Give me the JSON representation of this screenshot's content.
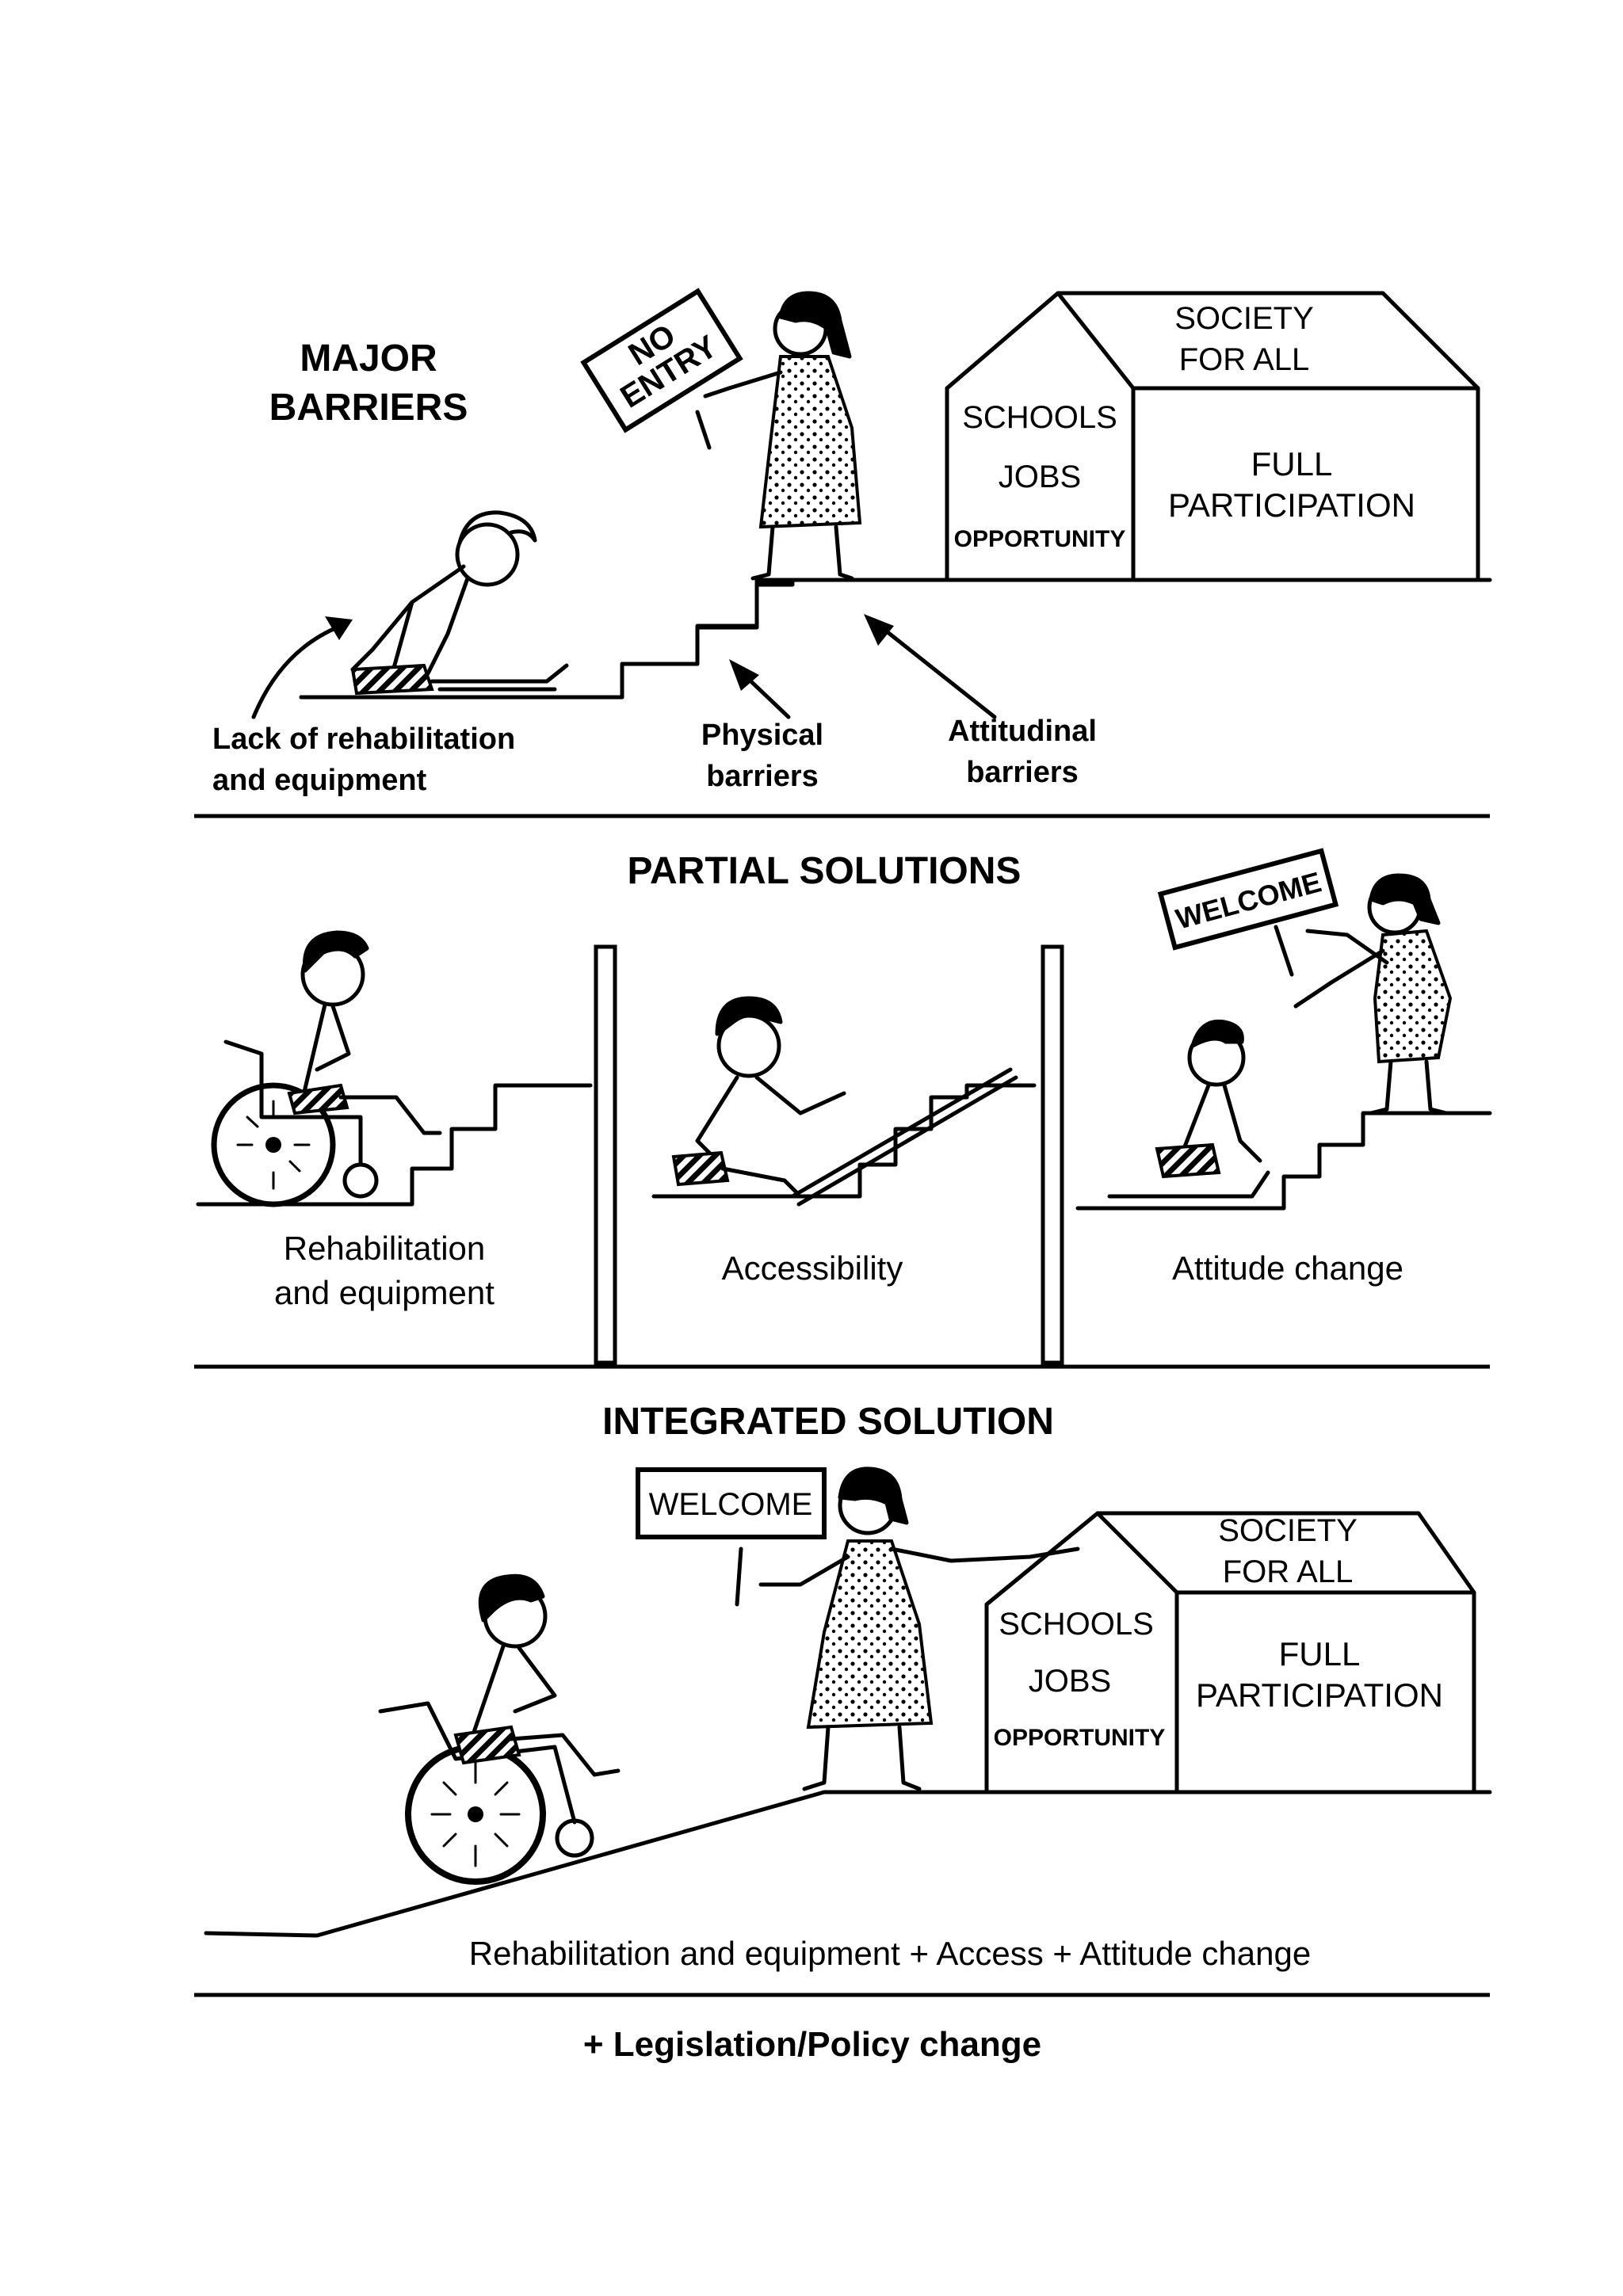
{
  "top": {
    "heading": "MAJOR\nBARRIERS",
    "sign": "NO\nENTRY",
    "house": {
      "roof": "SOCIETY\nFOR ALL",
      "left1": "SCHOOLS",
      "left2": "JOBS",
      "left3": "OPPORTUNITY",
      "right": "FULL\nPARTICIPATION"
    },
    "labels": {
      "rehab": "Lack of rehabilitation\nand equipment",
      "physical": "Physical\nbarriers",
      "attitudinal": "Attitudinal\nbarriers"
    }
  },
  "middle": {
    "heading": "PARTIAL SOLUTIONS",
    "sign": "WELCOME",
    "panels": [
      "Rehabilitation\nand equipment",
      "Accessibility",
      "Attitude change"
    ]
  },
  "bottom": {
    "heading": "INTEGRATED SOLUTION",
    "sign": "WELCOME",
    "house": {
      "roof": "SOCIETY\nFOR ALL",
      "left1": "SCHOOLS",
      "left2": "JOBS",
      "left3": "OPPORTUNITY",
      "right": "FULL\nPARTICIPATION"
    },
    "caption": "Rehabilitation and equipment + Access + Attitude change"
  },
  "footer": "+ Legislation/Policy change"
}
